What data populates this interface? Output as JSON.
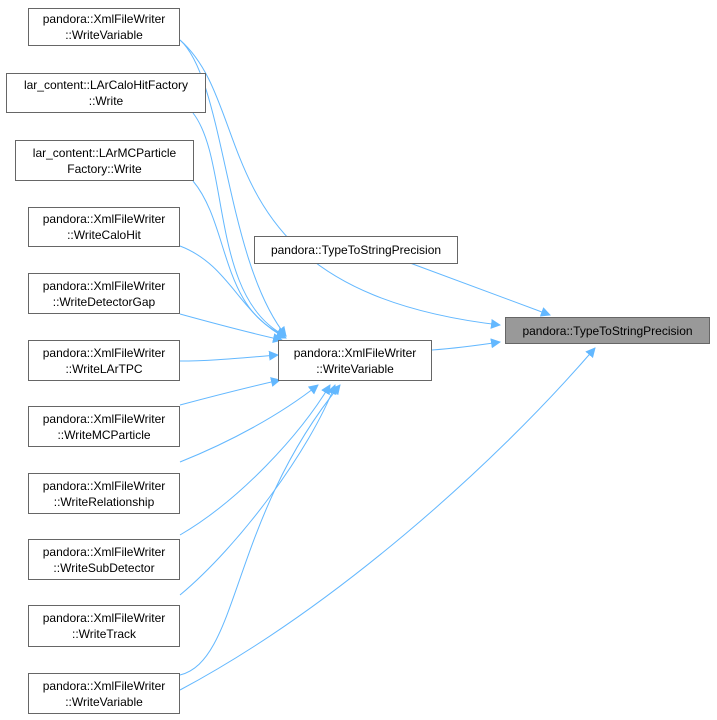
{
  "diagram": {
    "edge_color": "#63b8ff",
    "focus_fill": "#999999",
    "nodes": {
      "n_wv_top": {
        "line1": "pandora::XmlFileWriter",
        "line2": "::WriteVariable"
      },
      "n_calohit": {
        "line1": "lar_content::LArCaloHitFactory",
        "line2": "::Write"
      },
      "n_mcpart": {
        "line1": "lar_content::LArMCParticle",
        "line2": "Factory::Write"
      },
      "n_wcalo": {
        "line1": "pandora::XmlFileWriter",
        "line2": "::WriteCaloHit"
      },
      "n_wdet": {
        "line1": "pandora::XmlFileWriter",
        "line2": "::WriteDetectorGap"
      },
      "n_wtpc": {
        "line1": "pandora::XmlFileWriter",
        "line2": "::WriteLArTPC"
      },
      "n_wmcp": {
        "line1": "pandora::XmlFileWriter",
        "line2": "::WriteMCParticle"
      },
      "n_wrel": {
        "line1": "pandora::XmlFileWriter",
        "line2": "::WriteRelationship"
      },
      "n_wsub": {
        "line1": "pandora::XmlFileWriter",
        "line2": "::WriteSubDetector"
      },
      "n_wtrack": {
        "line1": "pandora::XmlFileWriter",
        "line2": "::WriteTrack"
      },
      "n_wv_bot": {
        "line1": "pandora::XmlFileWriter",
        "line2": "::WriteVariable"
      },
      "n_wv_mid": {
        "line1": "pandora::XmlFileWriter",
        "line2": "::WriteVariable"
      },
      "n_tts_mid": {
        "line1": "pandora::TypeToStringPrecision"
      },
      "n_tts_focus": {
        "line1": "pandora::TypeToStringPrecision"
      }
    }
  }
}
